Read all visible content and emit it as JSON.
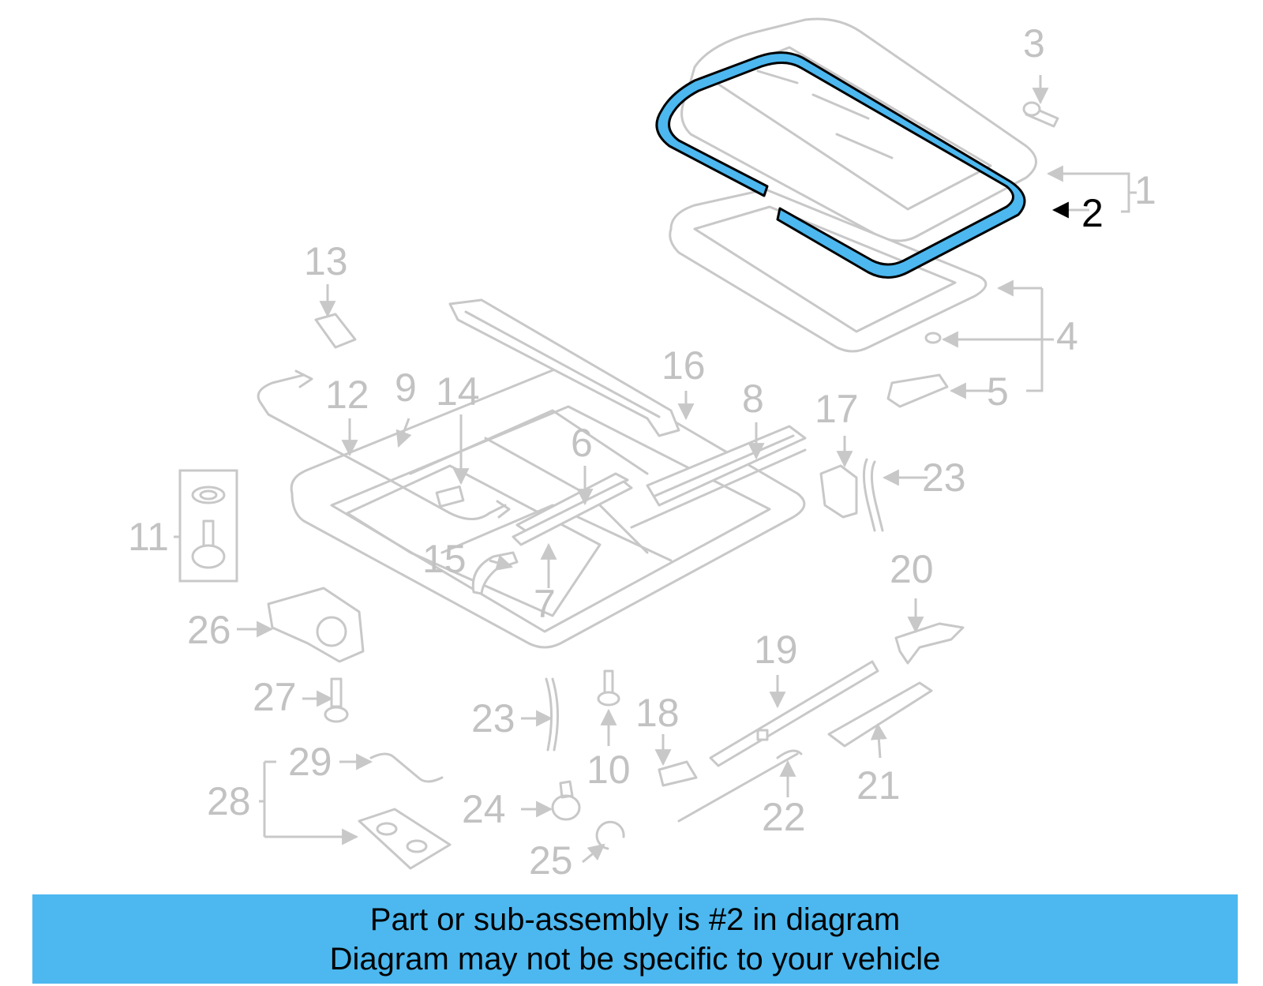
{
  "colors": {
    "banner": "#4cb8ef",
    "highlight_part": "#4cb8ef",
    "line_art": "#c8c8c8",
    "callout_text": "#c2c2c2",
    "highlight_text": "#000000"
  },
  "callouts": [
    "1",
    "2",
    "3",
    "4",
    "5",
    "6",
    "7",
    "8",
    "9",
    "10",
    "11",
    "12",
    "13",
    "14",
    "15",
    "16",
    "17",
    "18",
    "19",
    "20",
    "21",
    "22",
    "23",
    "23",
    "24",
    "25",
    "26",
    "27",
    "28",
    "29"
  ],
  "highlighted_part": "2",
  "banner": {
    "line1": "Part or sub-assembly is #2 in diagram",
    "line2": "Diagram may not be specific to your vehicle"
  }
}
